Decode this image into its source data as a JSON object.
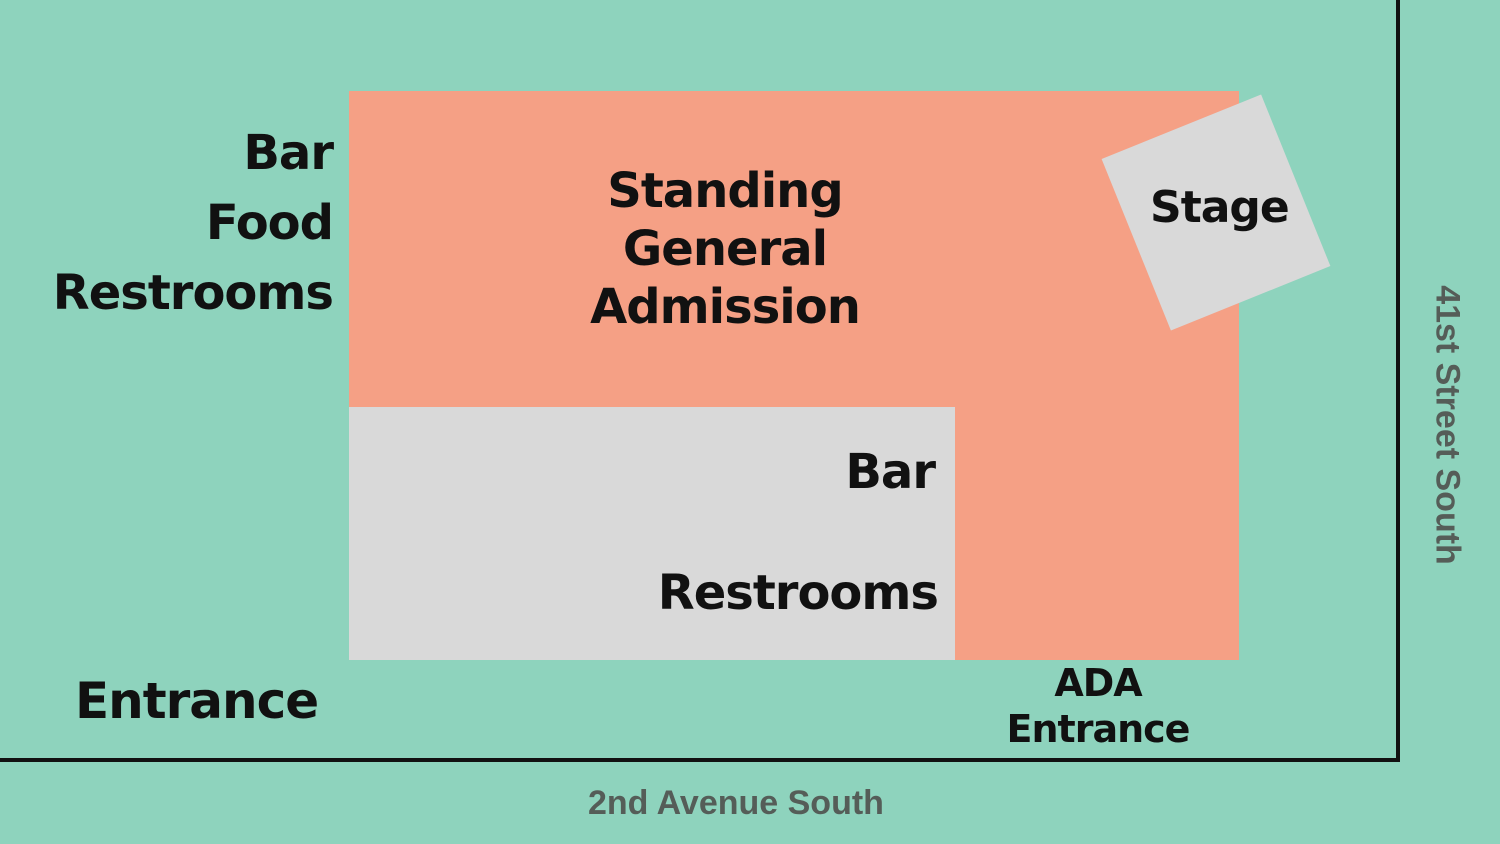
{
  "venue_map": {
    "left_labels": [
      "Bar",
      "Food",
      "Restrooms"
    ],
    "general_admission": [
      "Standing",
      "General",
      "Admission"
    ],
    "stage": "Stage",
    "inner_bar": "Bar",
    "inner_restrooms": "Restrooms",
    "entrance": "Entrance",
    "ada_entrance": [
      "ADA",
      "Entrance"
    ]
  },
  "streets": {
    "bottom": "2nd Avenue South",
    "right": "41st Street South"
  },
  "colors": {
    "background": "#8ed3bd",
    "general_admission": "#f5a085",
    "service_areas": "#d9d9d9",
    "street_text": "#555d58"
  }
}
